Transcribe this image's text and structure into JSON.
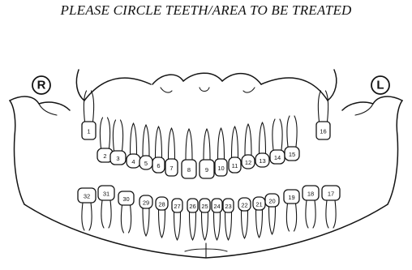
{
  "instruction": "PLEASE CIRCLE TEETH/AREA TO BE TREATED",
  "side_labels": {
    "right": "R",
    "left": "L"
  },
  "teeth": {
    "upper": [
      "1",
      "2",
      "3",
      "4",
      "5",
      "6",
      "7",
      "8",
      "9",
      "10",
      "11",
      "12",
      "13",
      "14",
      "15",
      "16"
    ],
    "lower": [
      "32",
      "31",
      "30",
      "29",
      "28",
      "27",
      "26",
      "25",
      "24",
      "23",
      "22",
      "21",
      "20",
      "19",
      "18",
      "17"
    ]
  }
}
